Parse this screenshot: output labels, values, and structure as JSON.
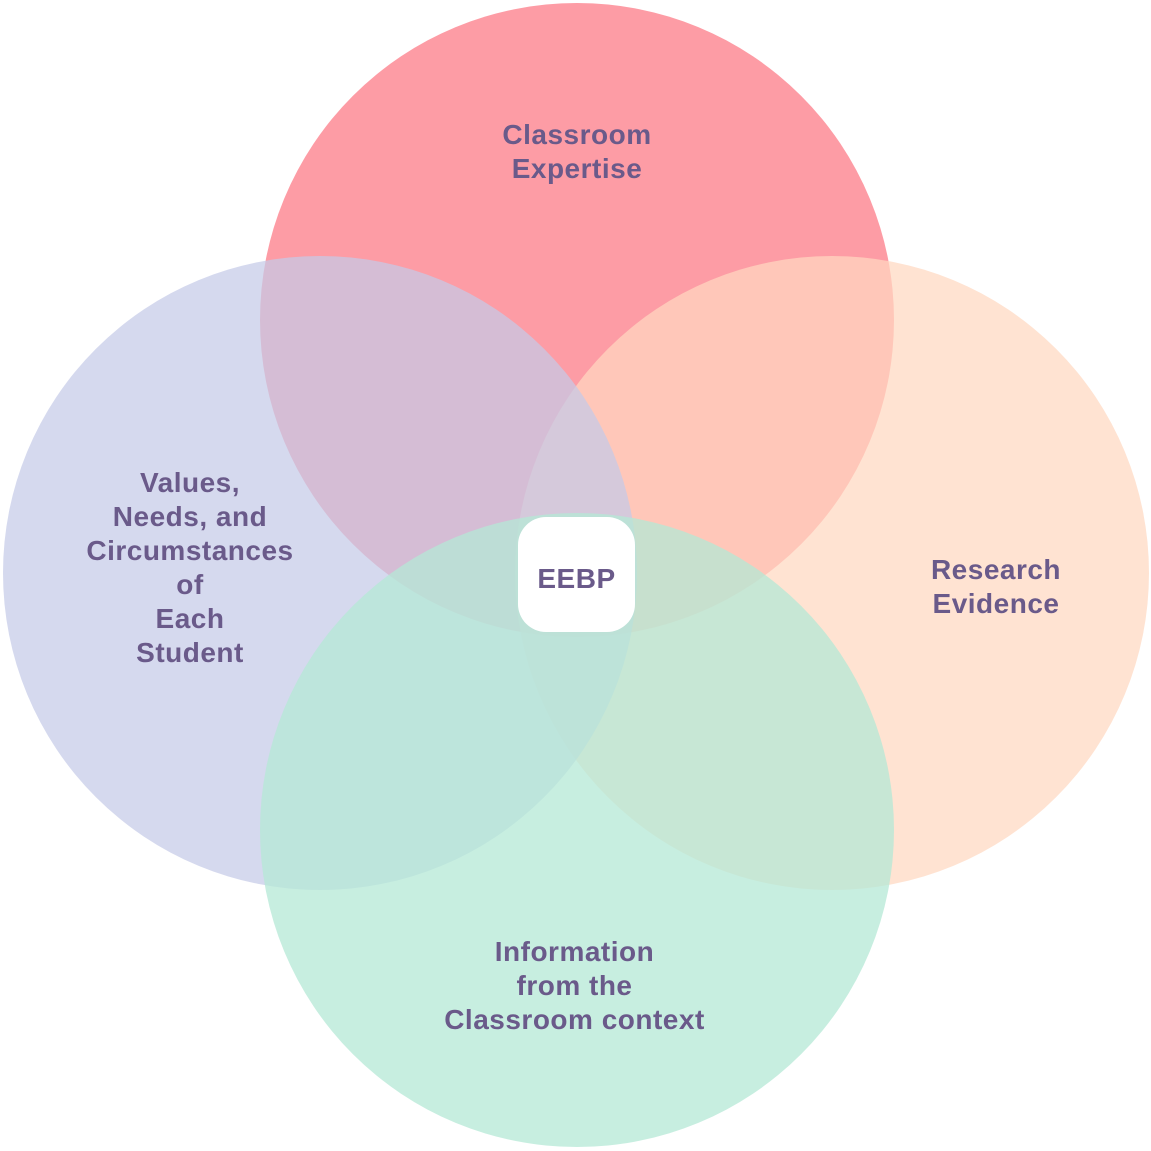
{
  "diagram": {
    "center_label": "EEBP",
    "circles": [
      {
        "id": "top",
        "lines": [
          "Classroom",
          "Expertise"
        ],
        "color": "#fd8e99"
      },
      {
        "id": "left",
        "lines": [
          "Values,",
          "Needs, and",
          "Circumstances",
          "of",
          "Each",
          "Student"
        ],
        "color": "#c5cbe8"
      },
      {
        "id": "right",
        "lines": [
          "Research",
          "Evidence"
        ],
        "color": "#ffd8c0"
      },
      {
        "id": "bottom",
        "lines": [
          "Information",
          "from the",
          "Classroom context"
        ],
        "color": "#b4e8d6"
      }
    ],
    "text_color": "#6a5a8a"
  }
}
